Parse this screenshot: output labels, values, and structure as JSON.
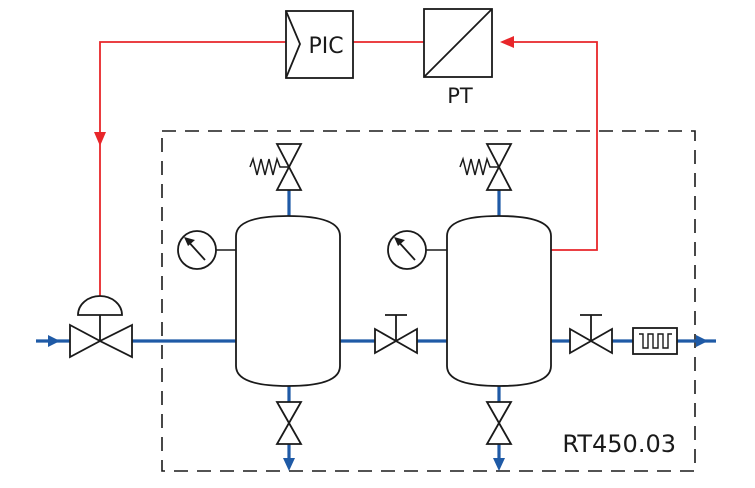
{
  "labels": {
    "controller": "PIC",
    "transmitter": "PT",
    "unit_id": "RT450.03"
  },
  "colors": {
    "process_line": "#1f5aa6",
    "signal_line": "#e8262a",
    "outline": "#1a1a1a",
    "background": "#ffffff"
  }
}
